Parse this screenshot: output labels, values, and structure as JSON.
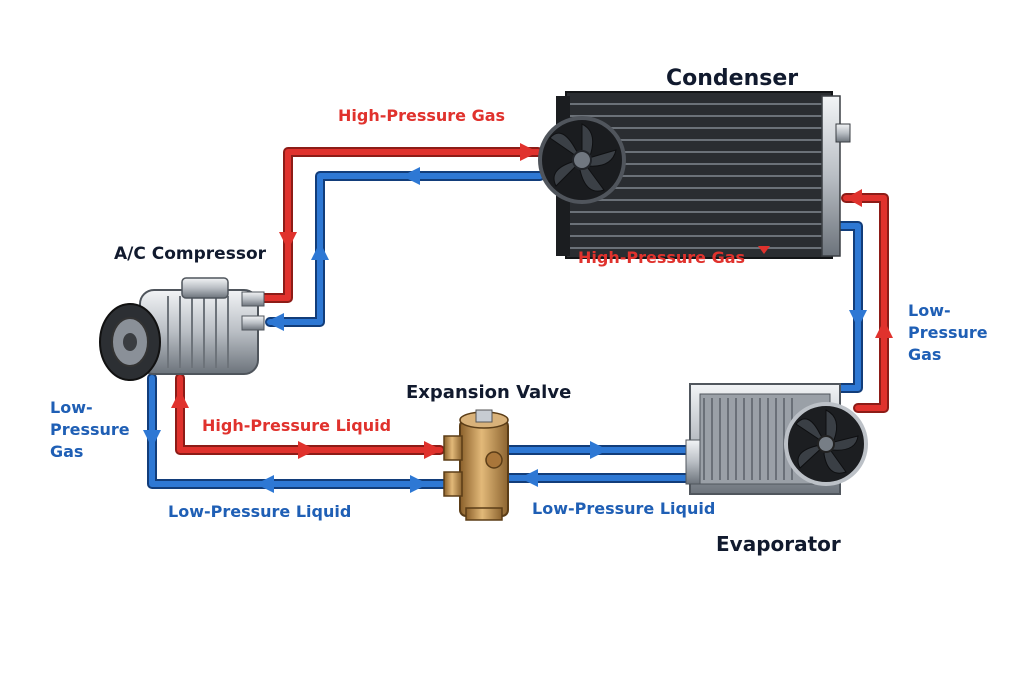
{
  "components": {
    "condenser": "Condenser",
    "compressor": "A/C Compressor",
    "expansion_valve": "Expansion Valve",
    "evaporator": "Evaporator"
  },
  "flows": {
    "top_red": "High-Pressure Gas",
    "condenser_bottom_red": "High-Pressure Gas",
    "right_blue": [
      "Low-",
      "Pressure",
      "Gas"
    ],
    "left_blue": [
      "Low-",
      "Pressure",
      "Gas"
    ],
    "high_pressure_liquid": "High-Pressure Liquid",
    "low_pressure_liquid_left": "Low-Pressure Liquid",
    "low_pressure_liquid_right": "Low-Pressure Liquid"
  },
  "colors": {
    "high_pressure": "#e0322d",
    "low_pressure": "#1f5fb5",
    "title_text": "#111a2e"
  }
}
